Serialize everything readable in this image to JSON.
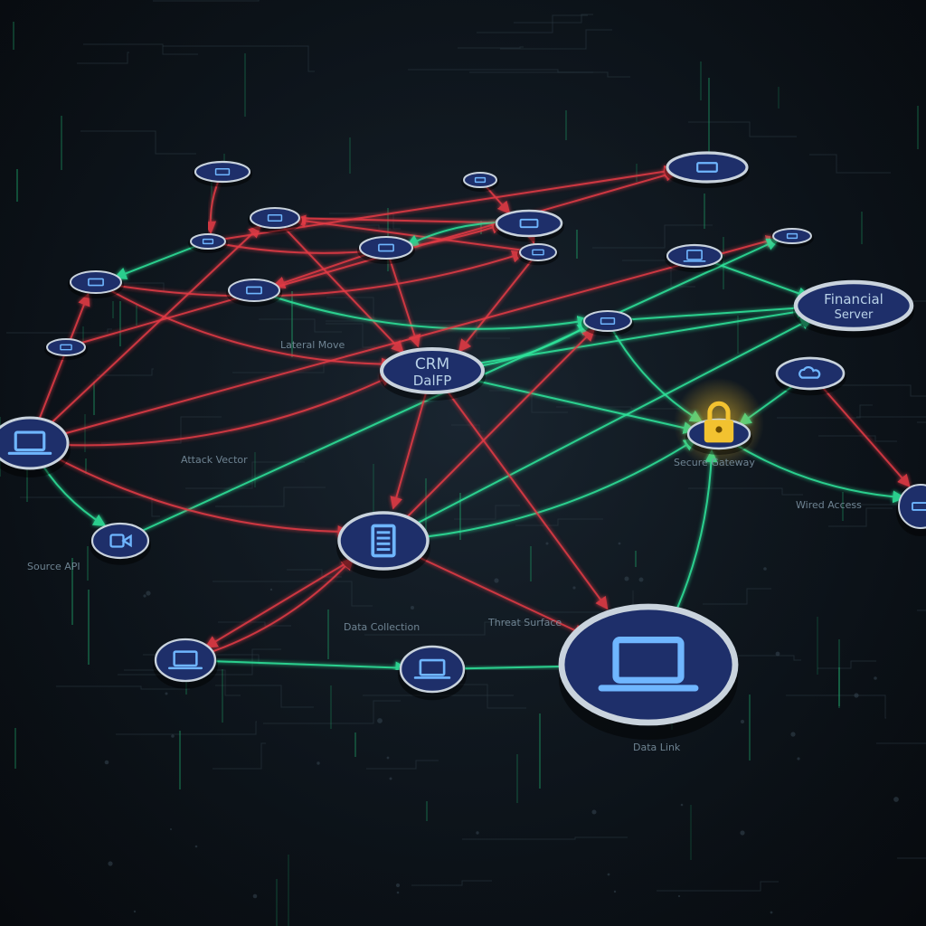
{
  "diagram": {
    "colors": {
      "background": "#0d141b",
      "node_fill": "#1e2f6a",
      "node_ring": "#c9d3dd",
      "threat_edge": "#e23a45",
      "secure_edge": "#2fe39a",
      "lock": "#f2c230",
      "icon": "#6fb6ff"
    },
    "nodes": [
      {
        "id": "n1",
        "icon": "server-icon"
      },
      {
        "id": "n2",
        "icon": "server-icon"
      },
      {
        "id": "n3",
        "icon": "server-icon"
      },
      {
        "id": "n4",
        "icon": "server-icon"
      },
      {
        "id": "n5",
        "icon": "server-icon"
      },
      {
        "id": "n6",
        "icon": "server-icon"
      },
      {
        "id": "n7",
        "icon": "server-icon"
      },
      {
        "id": "n8",
        "icon": "server-icon"
      },
      {
        "id": "n9",
        "icon": "server-icon"
      },
      {
        "id": "n10",
        "icon": "server-icon"
      },
      {
        "id": "n11",
        "icon": "laptop-icon"
      },
      {
        "id": "n12",
        "icon": "server-icon"
      },
      {
        "id": "crm",
        "icon": "none",
        "label_line1": "CRM",
        "label_line2": "DalFP"
      },
      {
        "id": "n14",
        "icon": "server-icon"
      },
      {
        "id": "n15",
        "icon": "none",
        "label_line1": "Financial",
        "label_line2": "Server"
      },
      {
        "id": "n16",
        "icon": "cloud-icon"
      },
      {
        "id": "lock",
        "icon": "padlock-icon"
      },
      {
        "id": "laptop-left",
        "icon": "laptop-icon"
      },
      {
        "id": "n19",
        "icon": "server-icon"
      },
      {
        "id": "camera",
        "icon": "camera-icon"
      },
      {
        "id": "hub",
        "icon": "document-icon"
      },
      {
        "id": "n22",
        "icon": "laptop-icon"
      },
      {
        "id": "n23",
        "icon": "laptop-icon"
      },
      {
        "id": "big-laptop",
        "icon": "laptop-icon"
      },
      {
        "id": "n25",
        "icon": "server-icon"
      }
    ],
    "edges": [
      {
        "from": "n1",
        "to": "n5",
        "kind": "threat"
      },
      {
        "from": "n5",
        "to": "n3",
        "kind": "threat"
      },
      {
        "from": "n2",
        "to": "n6",
        "kind": "threat"
      },
      {
        "from": "n5",
        "to": "n6",
        "kind": "threat"
      },
      {
        "from": "n6",
        "to": "n4",
        "kind": "threat"
      },
      {
        "from": "n5",
        "to": "n9",
        "kind": "secure"
      },
      {
        "from": "n9",
        "to": "n8",
        "kind": "threat"
      },
      {
        "from": "n6",
        "to": "n8",
        "kind": "threat"
      },
      {
        "from": "n8",
        "to": "n4",
        "kind": "threat"
      },
      {
        "from": "n6",
        "to": "n7",
        "kind": "secure"
      },
      {
        "from": "n7",
        "to": "n10",
        "kind": "threat"
      },
      {
        "from": "n8",
        "to": "crm",
        "kind": "threat"
      },
      {
        "from": "n9",
        "to": "crm",
        "kind": "threat"
      },
      {
        "from": "n7",
        "to": "crm",
        "kind": "threat"
      },
      {
        "from": "n4",
        "to": "crm",
        "kind": "threat"
      },
      {
        "from": "crm",
        "to": "n14",
        "kind": "secure"
      },
      {
        "from": "crm",
        "to": "n15",
        "kind": "secure"
      },
      {
        "from": "crm",
        "to": "lock",
        "kind": "secure"
      },
      {
        "from": "n10",
        "to": "n14",
        "kind": "secure"
      },
      {
        "from": "n14",
        "to": "n15",
        "kind": "secure"
      },
      {
        "from": "n11",
        "to": "n15",
        "kind": "secure"
      },
      {
        "from": "n14",
        "to": "lock",
        "kind": "secure"
      },
      {
        "from": "n16",
        "to": "lock",
        "kind": "secure"
      },
      {
        "from": "n16",
        "to": "n25",
        "kind": "threat"
      },
      {
        "from": "lock",
        "to": "n25",
        "kind": "secure"
      },
      {
        "from": "laptop-left",
        "to": "n9",
        "kind": "threat"
      },
      {
        "from": "laptop-left",
        "to": "n12",
        "kind": "threat"
      },
      {
        "from": "laptop-left",
        "to": "crm",
        "kind": "threat"
      },
      {
        "from": "laptop-left",
        "to": "n4",
        "kind": "threat"
      },
      {
        "from": "n19",
        "to": "n3",
        "kind": "threat"
      },
      {
        "from": "laptop-left",
        "to": "camera",
        "kind": "secure"
      },
      {
        "from": "camera",
        "to": "n12",
        "kind": "secure"
      },
      {
        "from": "hub",
        "to": "camera",
        "kind": "secure"
      },
      {
        "from": "laptop-left",
        "to": "hub",
        "kind": "threat"
      },
      {
        "from": "crm",
        "to": "hub",
        "kind": "threat"
      },
      {
        "from": "hub",
        "to": "n15",
        "kind": "secure"
      },
      {
        "from": "hub",
        "to": "lock",
        "kind": "secure"
      },
      {
        "from": "hub",
        "to": "big-laptop",
        "kind": "threat"
      },
      {
        "from": "hub",
        "to": "n22",
        "kind": "threat"
      },
      {
        "from": "n22",
        "to": "hub",
        "kind": "threat"
      },
      {
        "from": "n22",
        "to": "n23",
        "kind": "secure"
      },
      {
        "from": "n23",
        "to": "big-laptop",
        "kind": "secure"
      },
      {
        "from": "big-laptop",
        "to": "lock",
        "kind": "secure"
      },
      {
        "from": "crm",
        "to": "big-laptop",
        "kind": "threat"
      },
      {
        "from": "hub",
        "to": "n14",
        "kind": "threat"
      }
    ],
    "labels": [
      "Financial Server",
      "CRM DalFP",
      "Attack Vector",
      "Lateral Move",
      "Data Link",
      "Source API",
      "Secure Gateway",
      "Wired Access",
      "Data Collection",
      "Threat Surface"
    ]
  }
}
